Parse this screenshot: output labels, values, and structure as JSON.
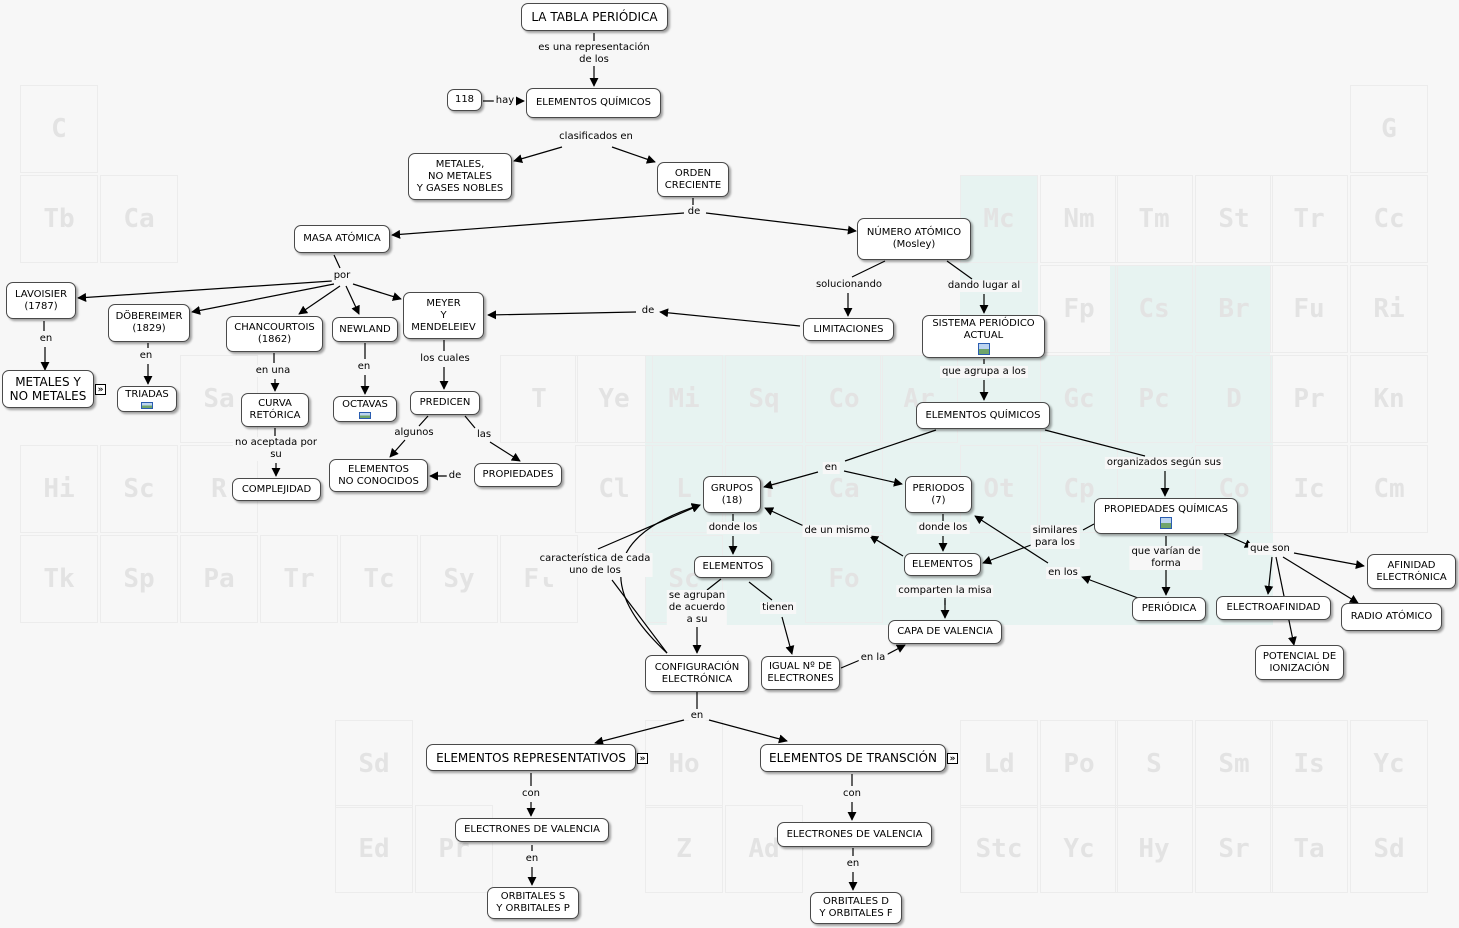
{
  "nodes": [
    {
      "id": "tabla",
      "text": "LA TABLA PERIÓDICA",
      "big": true
    },
    {
      "id": "n118",
      "text": "118"
    },
    {
      "id": "elem1",
      "text": "ELEMENTOS QUÍMICOS"
    },
    {
      "id": "metales1",
      "text": "METALES,\nNO METALES\nY GASES NOBLES"
    },
    {
      "id": "orden",
      "text": "ORDEN\nCRECIENTE"
    },
    {
      "id": "masa",
      "text": "MASA ATÓMICA"
    },
    {
      "id": "numero",
      "text": "NÚMERO ATÓMICO\n(Mosley)"
    },
    {
      "id": "lavoisier",
      "text": "LAVOISIER\n(1787)"
    },
    {
      "id": "metalesno",
      "text": "METALES Y\nNO METALES",
      "big": true,
      "expand": true
    },
    {
      "id": "dober",
      "text": "DÖBEREIMER\n(1829)"
    },
    {
      "id": "triadas",
      "text": "TRIADAS",
      "img": true
    },
    {
      "id": "chanc",
      "text": "CHANCOURTOIS\n(1862)"
    },
    {
      "id": "curva",
      "text": "CURVA\nRETÓRICA"
    },
    {
      "id": "complej",
      "text": "COMPLEJIDAD"
    },
    {
      "id": "newland",
      "text": "NEWLAND"
    },
    {
      "id": "octavas",
      "text": "OCTAVAS",
      "img": true
    },
    {
      "id": "meyer",
      "text": "MEYER\nY\nMENDELEIEV"
    },
    {
      "id": "predicen",
      "text": "PREDICEN"
    },
    {
      "id": "noconoc",
      "text": "ELEMENTOS\nNO CONOCIDOS"
    },
    {
      "id": "propied",
      "text": "PROPIEDADES"
    },
    {
      "id": "limit",
      "text": "LIMITACIONES"
    },
    {
      "id": "sistema",
      "text": "SISTEMA PERIÓDICO\nACTUAL",
      "img": true
    },
    {
      "id": "elem2",
      "text": "ELEMENTOS QUÍMICOS"
    },
    {
      "id": "grupos",
      "text": "GRUPOS\n(18)"
    },
    {
      "id": "periodos",
      "text": "PERIODOS\n(7)"
    },
    {
      "id": "propq",
      "text": "PROPIEDADES QUÍMICAS",
      "img": true
    },
    {
      "id": "elemg",
      "text": "ELEMENTOS"
    },
    {
      "id": "elemp",
      "text": "ELEMENTOS"
    },
    {
      "id": "igual",
      "text": "IGUAL Nº DE\nELECTRONES"
    },
    {
      "id": "capa",
      "text": "CAPA DE VALENCIA"
    },
    {
      "id": "config",
      "text": "CONFIGURACIÓN\nELECTRÓNICA"
    },
    {
      "id": "periodica",
      "text": "PERIÓDICA"
    },
    {
      "id": "electroaf",
      "text": "ELECTROAFINIDAD"
    },
    {
      "id": "potencial",
      "text": "POTENCIAL DE\nIONIZACIÓN"
    },
    {
      "id": "radio",
      "text": "RADIO ATÓMICO"
    },
    {
      "id": "afinidad",
      "text": "AFINIDAD\nELECTRÓNICA"
    },
    {
      "id": "repres",
      "text": "ELEMENTOS REPRESENTATIVOS",
      "big": true,
      "expand": true
    },
    {
      "id": "transc",
      "text": "ELEMENTOS DE TRANSCIÓN",
      "big": true,
      "expand": true
    },
    {
      "id": "ev1",
      "text": "ELECTRONES DE VALENCIA"
    },
    {
      "id": "ev2",
      "text": "ELECTRONES DE VALENCIA"
    },
    {
      "id": "orbsp",
      "text": "ORBITALES S\nY ORBITALES P"
    },
    {
      "id": "orbdf",
      "text": "ORBITALES D\nY ORBITALES F"
    }
  ],
  "link_labels": [
    {
      "id": "l_rep",
      "text": "es una representación\nde los"
    },
    {
      "id": "l_hay",
      "text": "hay"
    },
    {
      "id": "l_clas",
      "text": "clasificados en"
    },
    {
      "id": "l_de1",
      "text": "de"
    },
    {
      "id": "l_por",
      "text": "por"
    },
    {
      "id": "l_sol",
      "text": "solucionando"
    },
    {
      "id": "l_dando",
      "text": "dando lugar al"
    },
    {
      "id": "l_en1",
      "text": "en"
    },
    {
      "id": "l_en2",
      "text": "en"
    },
    {
      "id": "l_enuna",
      "text": "en una"
    },
    {
      "id": "l_noacep",
      "text": "no aceptada por\nsu"
    },
    {
      "id": "l_en3",
      "text": "en"
    },
    {
      "id": "l_cuales",
      "text": "los cuales"
    },
    {
      "id": "l_algunos",
      "text": "algunos"
    },
    {
      "id": "l_las",
      "text": "las"
    },
    {
      "id": "l_de2",
      "text": "de"
    },
    {
      "id": "l_de3",
      "text": "de"
    },
    {
      "id": "l_agrupa",
      "text": "que agrupa a los"
    },
    {
      "id": "l_en4",
      "text": "en"
    },
    {
      "id": "l_org",
      "text": "organizados según sus"
    },
    {
      "id": "l_dl1",
      "text": "donde los"
    },
    {
      "id": "l_dl2",
      "text": "donde los"
    },
    {
      "id": "l_mismo",
      "text": "de un mismo"
    },
    {
      "id": "l_sim",
      "text": "similares\npara los"
    },
    {
      "id": "l_enlos",
      "text": "en los"
    },
    {
      "id": "l_varian",
      "text": "que varían de\nforma"
    },
    {
      "id": "l_son",
      "text": "que son"
    },
    {
      "id": "l_caract",
      "text": "característica de cada\nuno de los"
    },
    {
      "id": "l_seagr",
      "text": "se agrupan\nde acuerdo\na su"
    },
    {
      "id": "l_tienen",
      "text": "tienen"
    },
    {
      "id": "l_comp",
      "text": "comparten la misa"
    },
    {
      "id": "l_enla",
      "text": "en la"
    },
    {
      "id": "l_en5",
      "text": "en"
    },
    {
      "id": "l_con1",
      "text": "con"
    },
    {
      "id": "l_con2",
      "text": "con"
    },
    {
      "id": "l_en6",
      "text": "en"
    },
    {
      "id": "l_en7",
      "text": "en"
    }
  ],
  "background_symbols": [
    "C",
    "Tb",
    "Ca",
    "Sa",
    "Hi",
    "Sc",
    "R",
    "Tk",
    "Sp",
    "Pa",
    "Tr",
    "Tc",
    "Sy",
    "Fl",
    "T",
    "Ye",
    "Cl",
    "Mi",
    "Sq",
    "Co",
    "Ar",
    "L",
    "Pr",
    "Ca",
    "Fo",
    "Sc",
    "Mc",
    "Nm",
    "Tm",
    "St",
    "Tr",
    "Cc",
    "Fp",
    "Cs",
    "Br",
    "Fu",
    "Ri",
    "Gc",
    "Pc",
    "D",
    "Pr",
    "Kn",
    "Ot",
    "Cp",
    "Co",
    "Ic",
    "Cm",
    "Sd",
    "Ho",
    "Ld",
    "Po",
    "S",
    "Sm",
    "Is",
    "Yc",
    "Ed",
    "Pr",
    "Z",
    "Ad",
    "Stc",
    "Yc",
    "Hy",
    "Sr",
    "Ta",
    "Sd",
    "G"
  ]
}
